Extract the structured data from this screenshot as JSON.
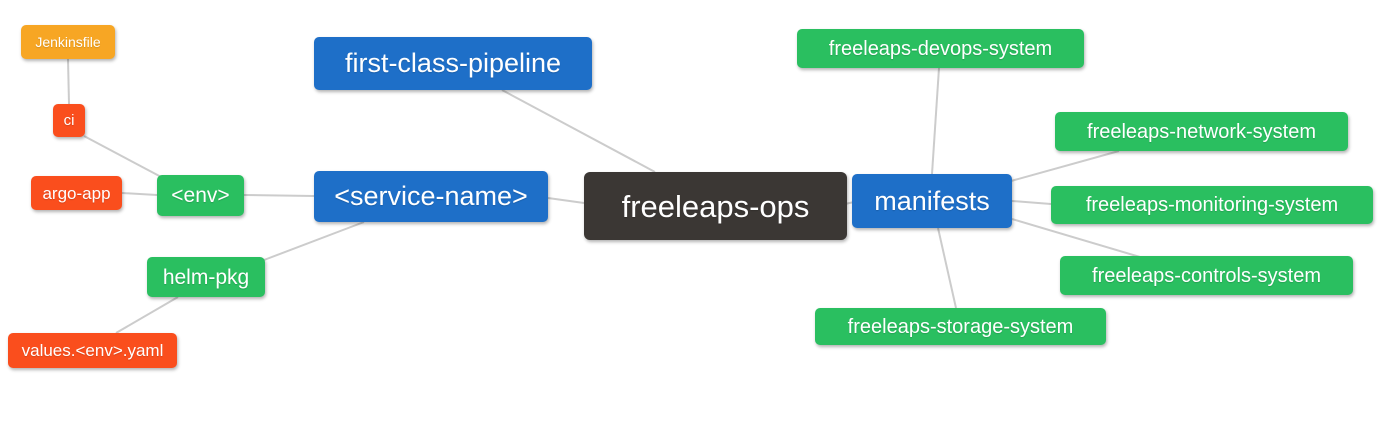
{
  "colors": {
    "blue": "#1e6fc8",
    "green": "#2abf60",
    "orange": "#f7a624",
    "red": "#fa4e1d",
    "dark": "#3b3734",
    "edge": "#cccccc",
    "background": "#ffffff",
    "text": "#ffffff"
  },
  "nodes": {
    "jenkinsfile": {
      "label": "Jenkinsfile",
      "color": "orange"
    },
    "ci": {
      "label": "ci",
      "color": "red"
    },
    "argo_app": {
      "label": "argo-app",
      "color": "red"
    },
    "env": {
      "label": "<env>",
      "color": "green"
    },
    "helm_pkg": {
      "label": "helm-pkg",
      "color": "green"
    },
    "values_env_yaml": {
      "label": "values.<env>.yaml",
      "color": "red"
    },
    "first_class_pipeline": {
      "label": "first-class-pipeline",
      "color": "blue"
    },
    "service_name": {
      "label": "<service-name>",
      "color": "blue"
    },
    "freeleaps_ops": {
      "label": "freeleaps-ops",
      "color": "dark"
    },
    "manifests": {
      "label": "manifests",
      "color": "blue"
    },
    "devops_system": {
      "label": "freeleaps-devops-system",
      "color": "green"
    },
    "network_system": {
      "label": "freeleaps-network-system",
      "color": "green"
    },
    "monitoring_system": {
      "label": "freeleaps-monitoring-system",
      "color": "green"
    },
    "controls_system": {
      "label": "freeleaps-controls-system",
      "color": "green"
    },
    "storage_system": {
      "label": "freeleaps-storage-system",
      "color": "green"
    }
  },
  "edges": [
    {
      "from": "jenkinsfile",
      "to": "ci"
    },
    {
      "from": "ci",
      "to": "env"
    },
    {
      "from": "argo_app",
      "to": "env"
    },
    {
      "from": "env",
      "to": "service_name"
    },
    {
      "from": "helm_pkg",
      "to": "service_name"
    },
    {
      "from": "values_env_yaml",
      "to": "helm_pkg"
    },
    {
      "from": "first_class_pipeline",
      "to": "freeleaps_ops"
    },
    {
      "from": "service_name",
      "to": "freeleaps_ops"
    },
    {
      "from": "freeleaps_ops",
      "to": "manifests"
    },
    {
      "from": "manifests",
      "to": "devops_system"
    },
    {
      "from": "manifests",
      "to": "network_system"
    },
    {
      "from": "manifests",
      "to": "monitoring_system"
    },
    {
      "from": "manifests",
      "to": "controls_system"
    },
    {
      "from": "manifests",
      "to": "storage_system"
    }
  ]
}
